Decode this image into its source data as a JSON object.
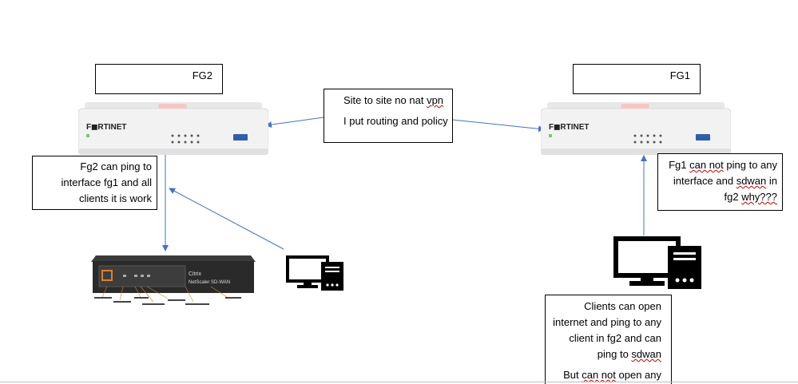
{
  "labels": {
    "fg2": "FG2",
    "fg1": "FG1"
  },
  "vpn": {
    "line1_pre": "Site to site no nat ",
    "line1_sq": "vpn",
    "line2": "I put routing and policy"
  },
  "fg2_note": {
    "line1": "Fg2 can ping to",
    "line2": "interface fg1 and all",
    "line3": "clients it is work"
  },
  "fg1_note": {
    "line1_pre": "Fg1 ",
    "line1_sq": "can not",
    "line1_post": " ping to any",
    "line2_pre": "interface and ",
    "line2_sq": "sdwan",
    "line2_post": " in",
    "line3_pre": "fg2 ",
    "line3_sq": "why???"
  },
  "clients_note": {
    "line1": "Clients can open",
    "line2": "internet and ping to any",
    "line3": "client in fg2 and can",
    "line4_pre": "ping to ",
    "line4_sq": "sdwan",
    "line5_pre": "But ",
    "line5_sq": "can not",
    "line5_post": " open any"
  },
  "devices": {
    "fortinet_brand": "F◼RTINET",
    "citrix_brand": "Citrix",
    "citrix_model": "NetScaler SD-WAN"
  },
  "colors": {
    "arrow": "#4472c4",
    "device_body": "#f2f2f2",
    "sdwan_body": "#2a2a2a",
    "fortinet_red": "#d52b1e"
  },
  "icons": [
    "fortigate-device-icon",
    "citrix-sdwan-appliance-icon",
    "desktop-computer-icon"
  ]
}
